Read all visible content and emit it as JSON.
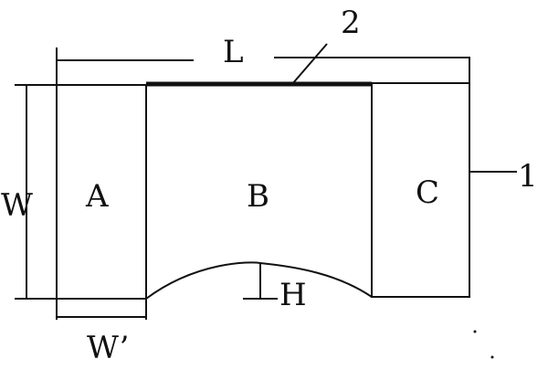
{
  "diagram": {
    "labels": {
      "L": "L",
      "W": "W",
      "W_prime": "W’",
      "H": "H",
      "A": "A",
      "B": "B",
      "C": "C",
      "num_1": "1",
      "num_2": "2"
    },
    "colors": {
      "stroke": "#111111",
      "background": "#ffffff"
    }
  }
}
